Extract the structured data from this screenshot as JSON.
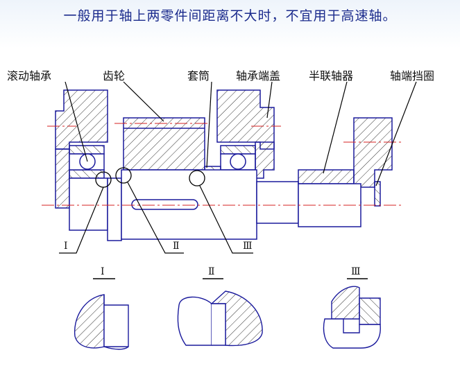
{
  "title": "一般用于轴上两零件间距离不大时，不宜用于高速轴。",
  "labels": {
    "rolling_bearing": "滚动轴承",
    "gear": "齿轮",
    "sleeve": "套筒",
    "bearing_cap": "轴承端盖",
    "coupling": "半联轴器",
    "end_retainer": "轴端挡圈"
  },
  "details": {
    "d1": "Ⅰ",
    "d2": "Ⅱ",
    "d3": "Ⅲ"
  },
  "colors": {
    "outline": "#1a1a9c",
    "centerline": "#d42020",
    "hatch": "#333333",
    "leader": "#000000"
  }
}
